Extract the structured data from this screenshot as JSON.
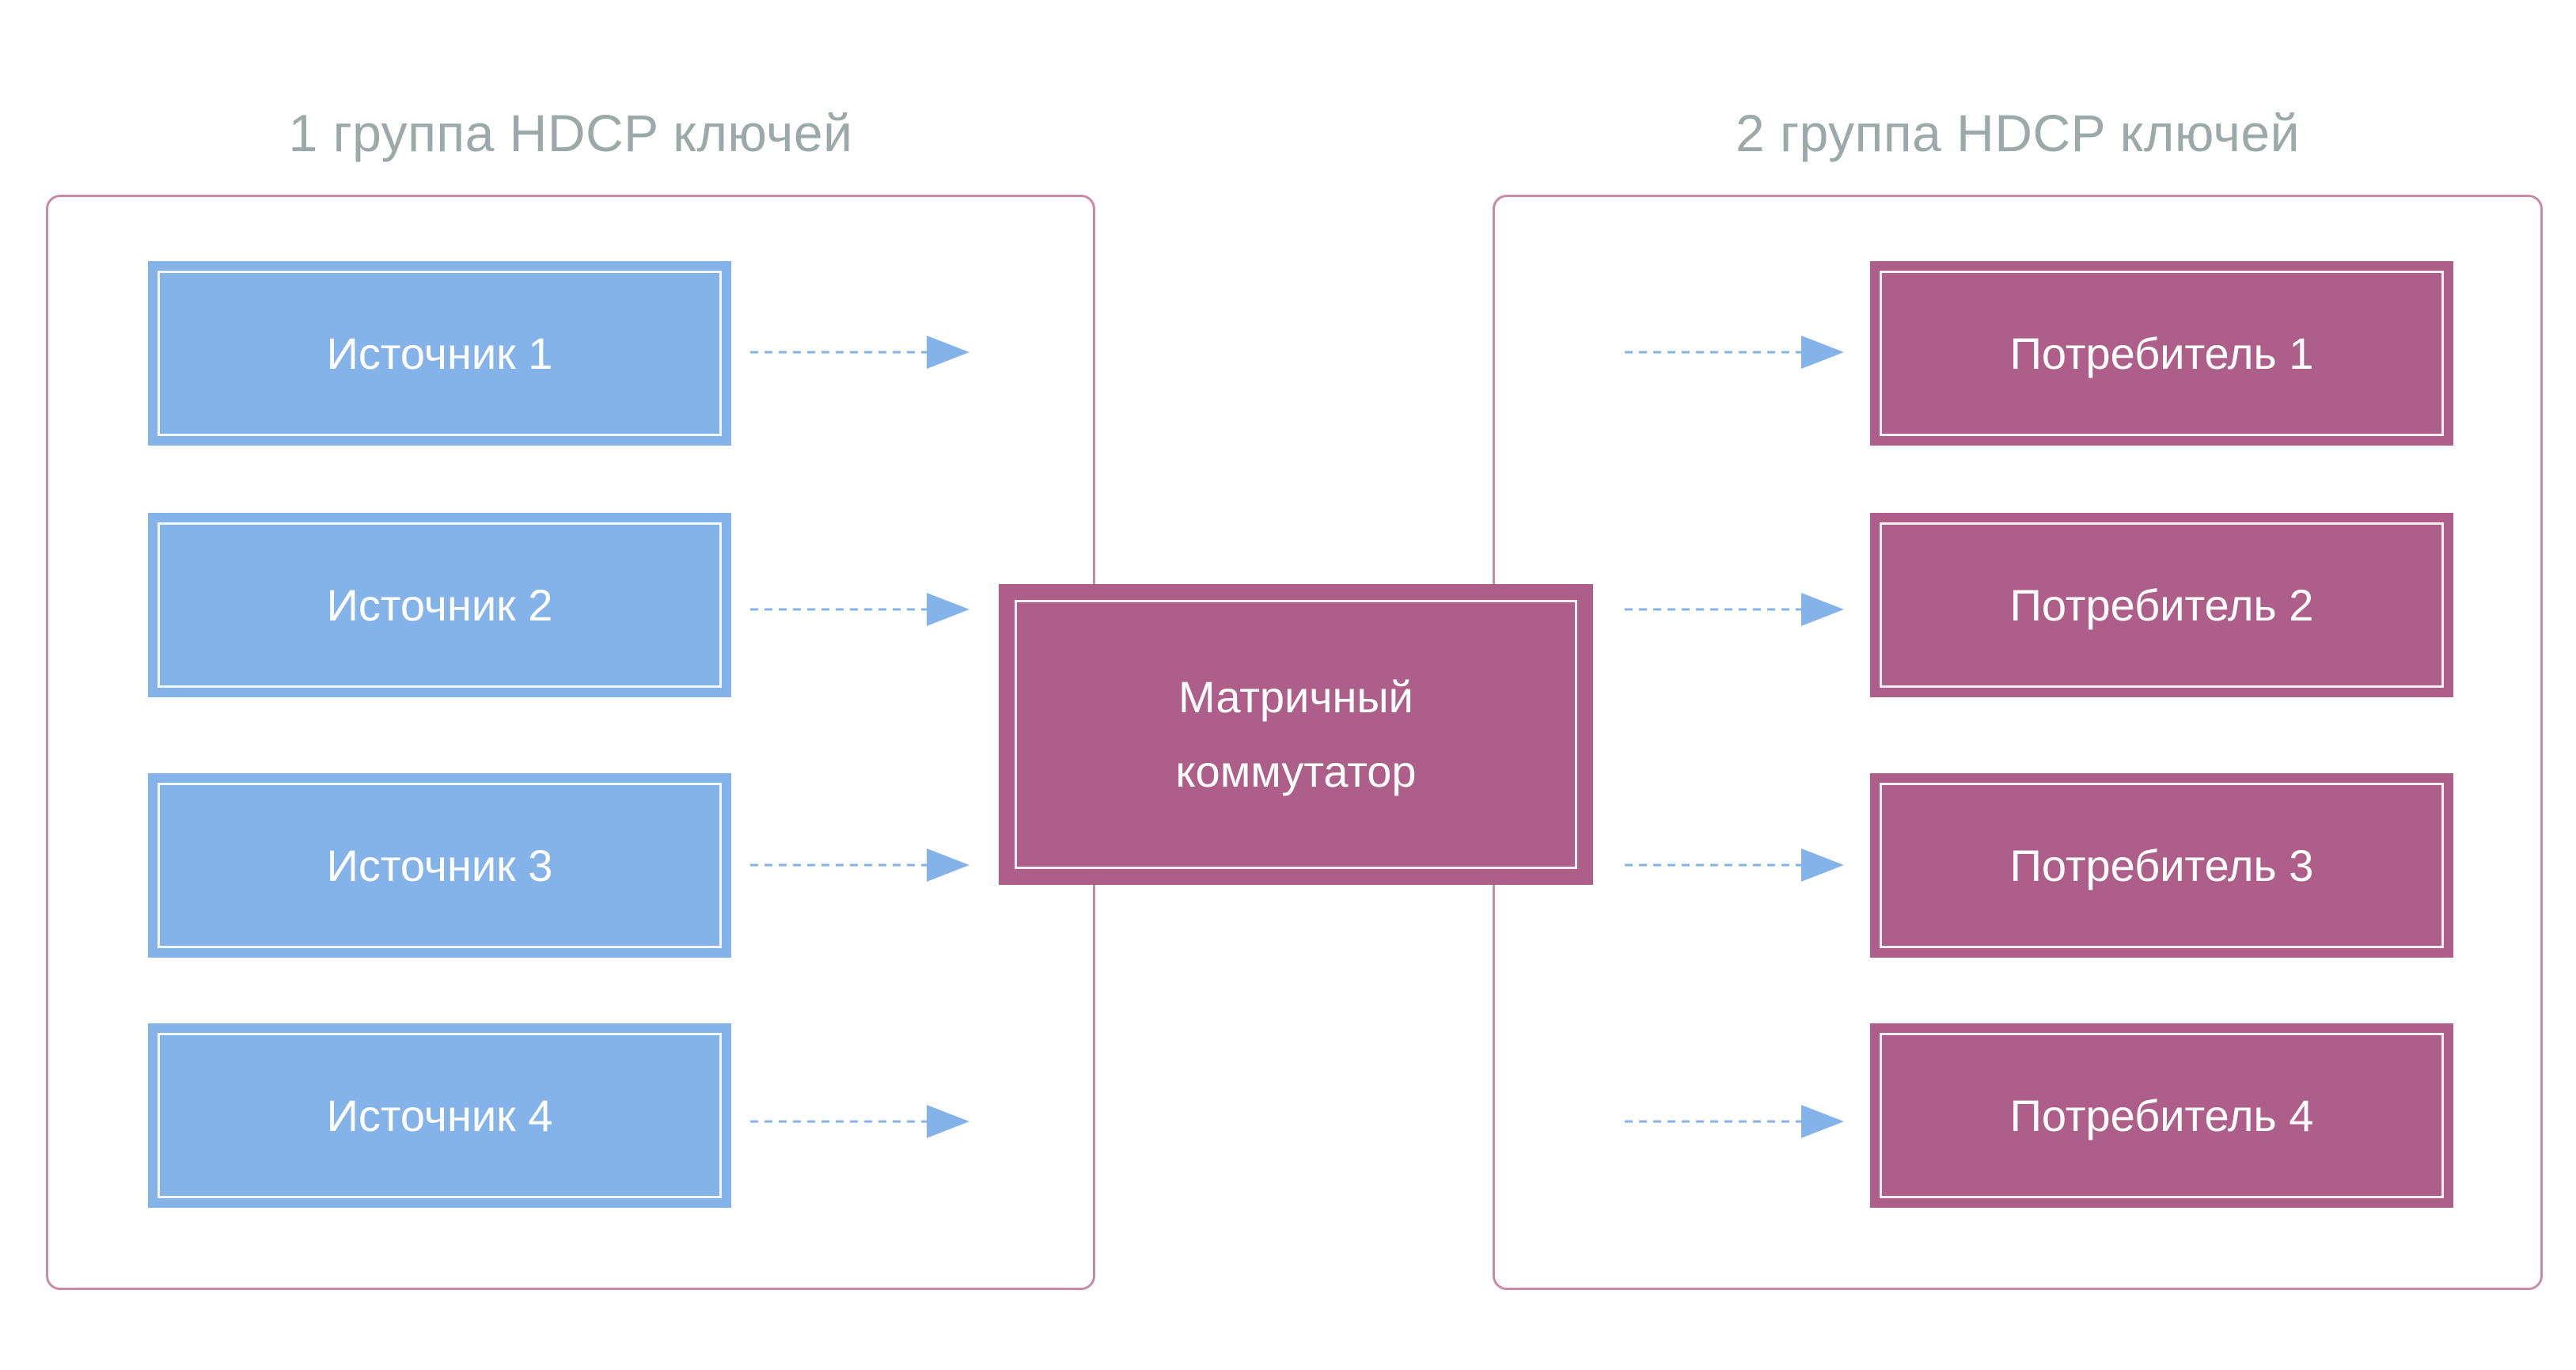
{
  "groups": {
    "left_title": "1 группа HDCP ключей",
    "right_title": "2 группа HDCP ключей"
  },
  "sources": [
    "Источник 1",
    "Источник 2",
    "Источник 3",
    "Источник 4"
  ],
  "switch": {
    "line1": "Матричный",
    "line2": "коммутатор"
  },
  "consumers": [
    "Потребитель 1",
    "Потребитель 2",
    "Потребитель 3",
    "Потребитель 4"
  ],
  "colors": {
    "source_fill": "#84b3ea",
    "consumer_fill": "#ad5f8a",
    "switch_fill": "#ad5f8a",
    "frame_border": "#c98aa6",
    "title_text": "#9baaa8",
    "arrow": "#84b3ea"
  }
}
